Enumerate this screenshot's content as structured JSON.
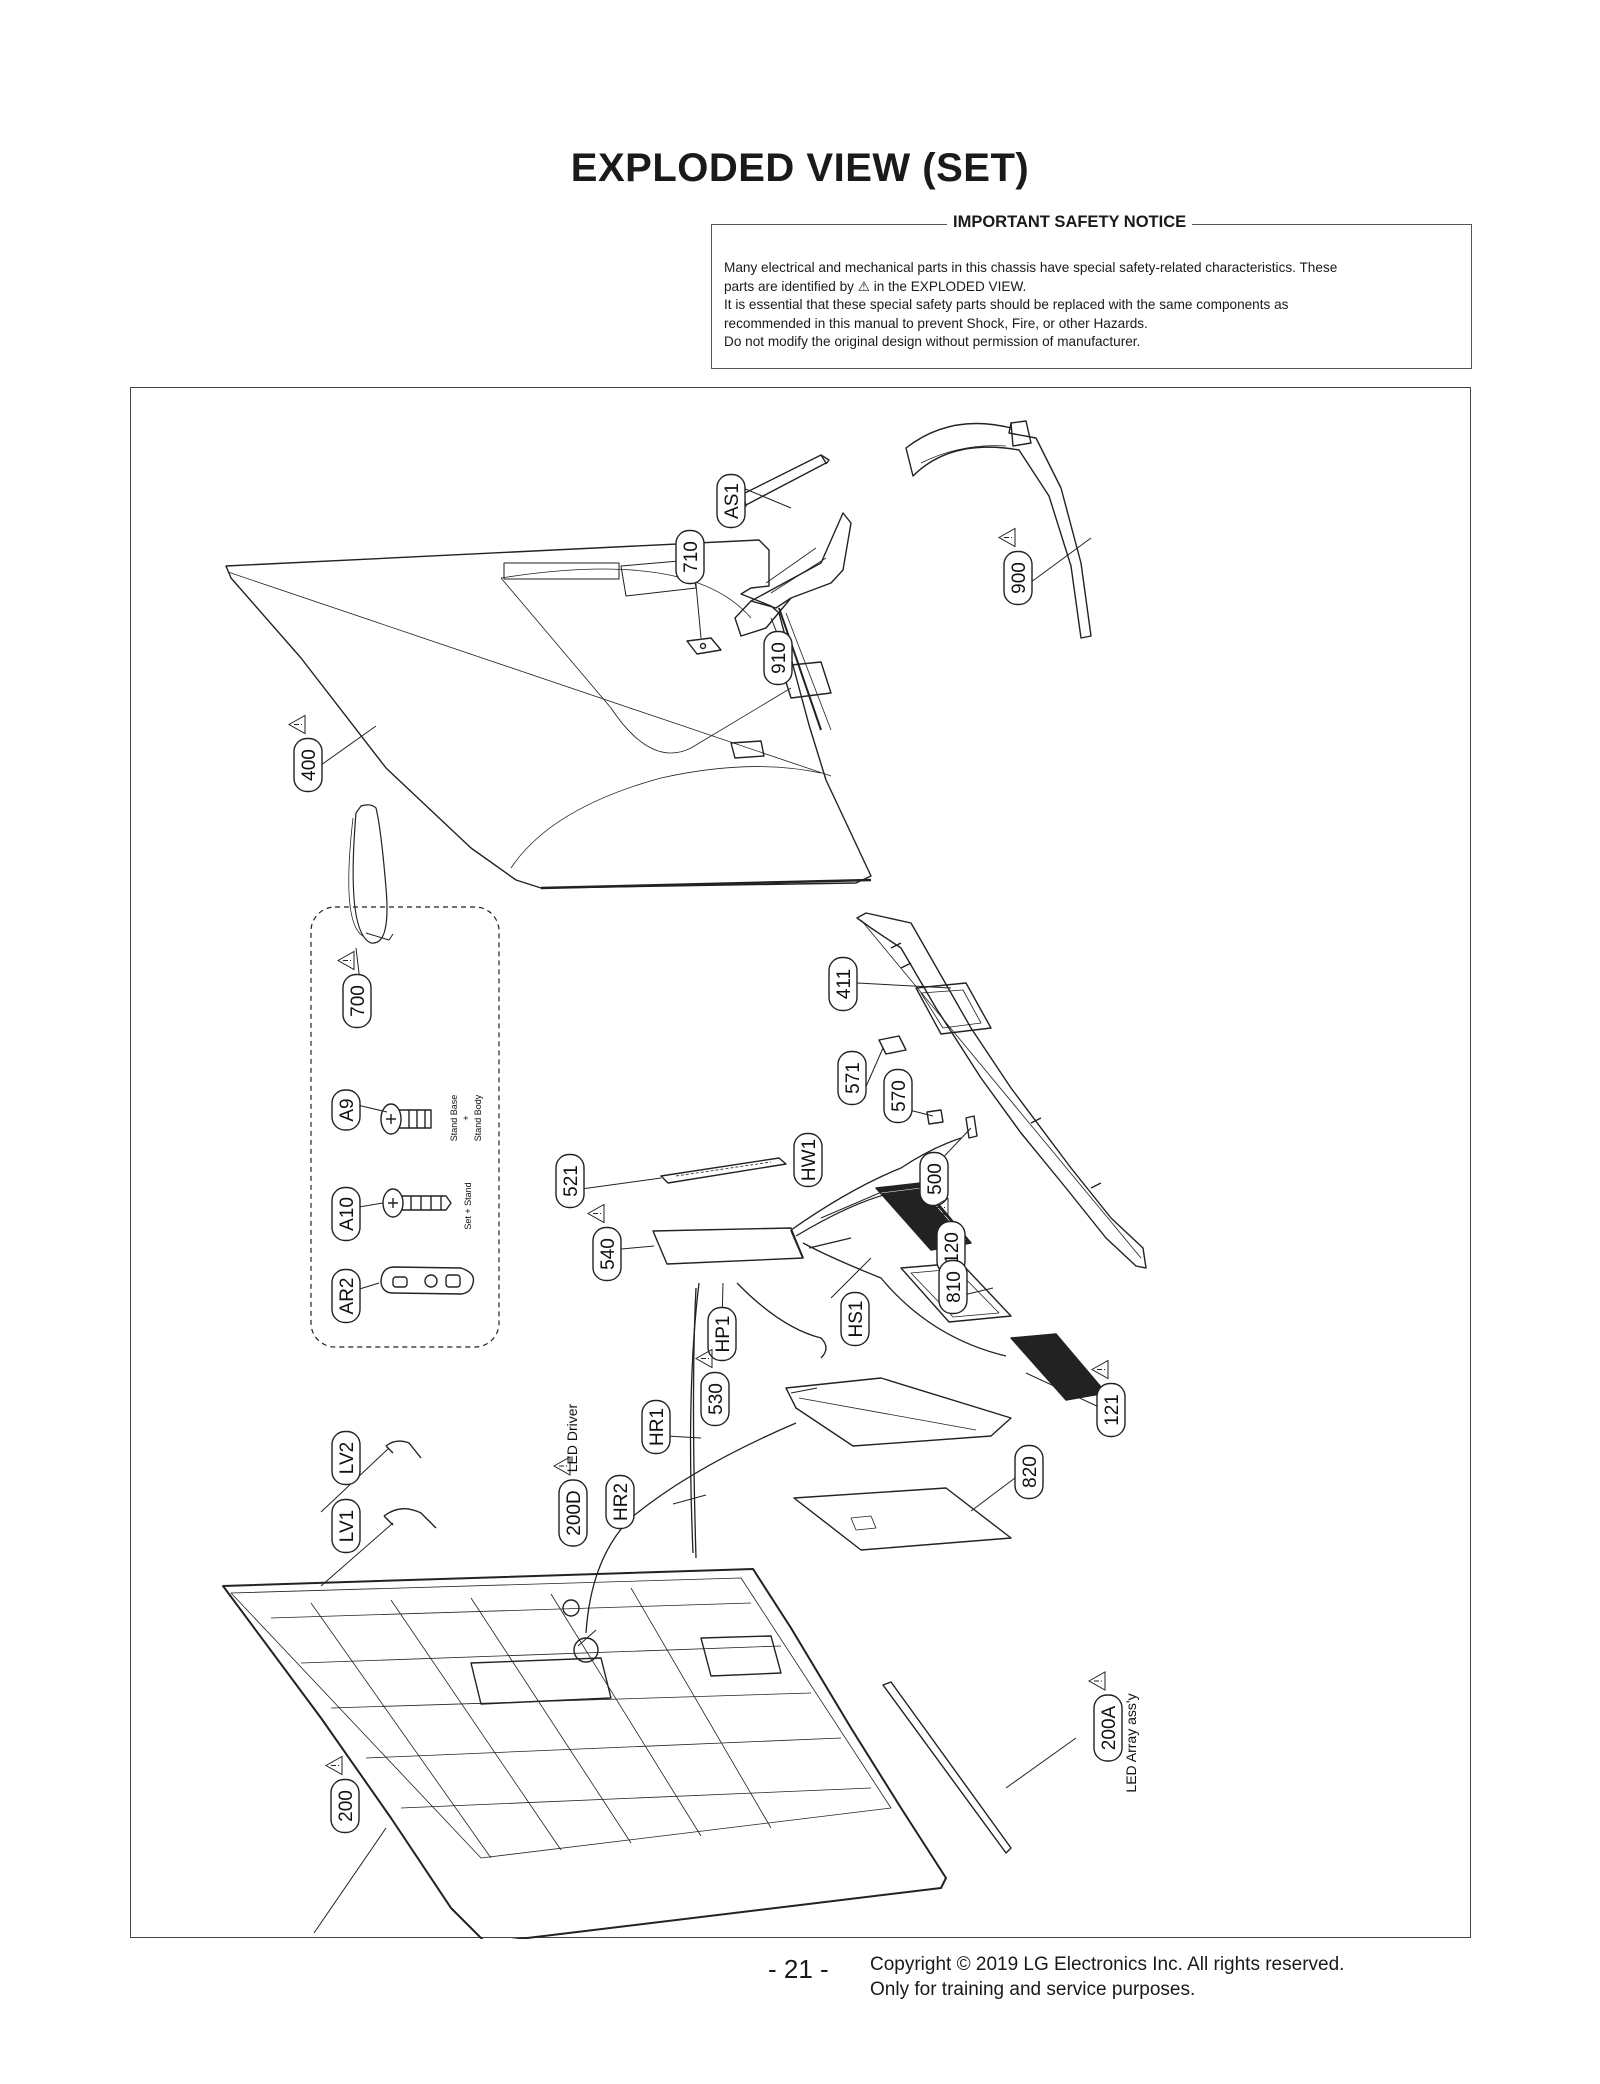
{
  "page": {
    "title": "EXPLODED VIEW (SET)",
    "page_number": "- 21 -",
    "copyright_line1": "Copyright © 2019 LG Electronics Inc. All rights reserved.",
    "copyright_line2": "Only for training and service purposes."
  },
  "notice": {
    "title": "IMPORTANT SAFETY NOTICE",
    "line1": "Many electrical and mechanical parts in this chassis have special safety-related characteristics. These",
    "line2": "parts are identified by ⚠ in the EXPLODED VIEW.",
    "line3": "It is essential that these special safety parts should be replaced with the same components as",
    "line4": "recommended in this manual to prevent Shock, Fire, or other Hazards.",
    "line5": "Do not modify the original design without permission of manufacturer."
  },
  "diagram": {
    "callouts": {
      "AS1": "AS1",
      "710": "710",
      "900": "900",
      "910": "910",
      "400": "400",
      "700": "700",
      "A9": "A9",
      "A10": "A10",
      "AR2": "AR2",
      "411": "411",
      "571": "571",
      "570": "570",
      "521": "521",
      "HW1": "HW1",
      "500": "500",
      "540": "540",
      "120": "120",
      "810": "810",
      "HP1": "HP1",
      "HS1": "HS1",
      "530": "530",
      "121": "121",
      "HR1": "HR1",
      "LV2": "LV2",
      "820": "820",
      "HR2": "HR2",
      "LV1": "LV1",
      "200D": "200D",
      "200A": "200A",
      "200": "200"
    },
    "labels": {
      "stand_base": "Stand Base",
      "plus": "+",
      "stand_body": "Stand Body",
      "set_stand": "Set + Stand",
      "led_driver": "LED Driver",
      "led_array": "LED Array ass'y"
    }
  }
}
